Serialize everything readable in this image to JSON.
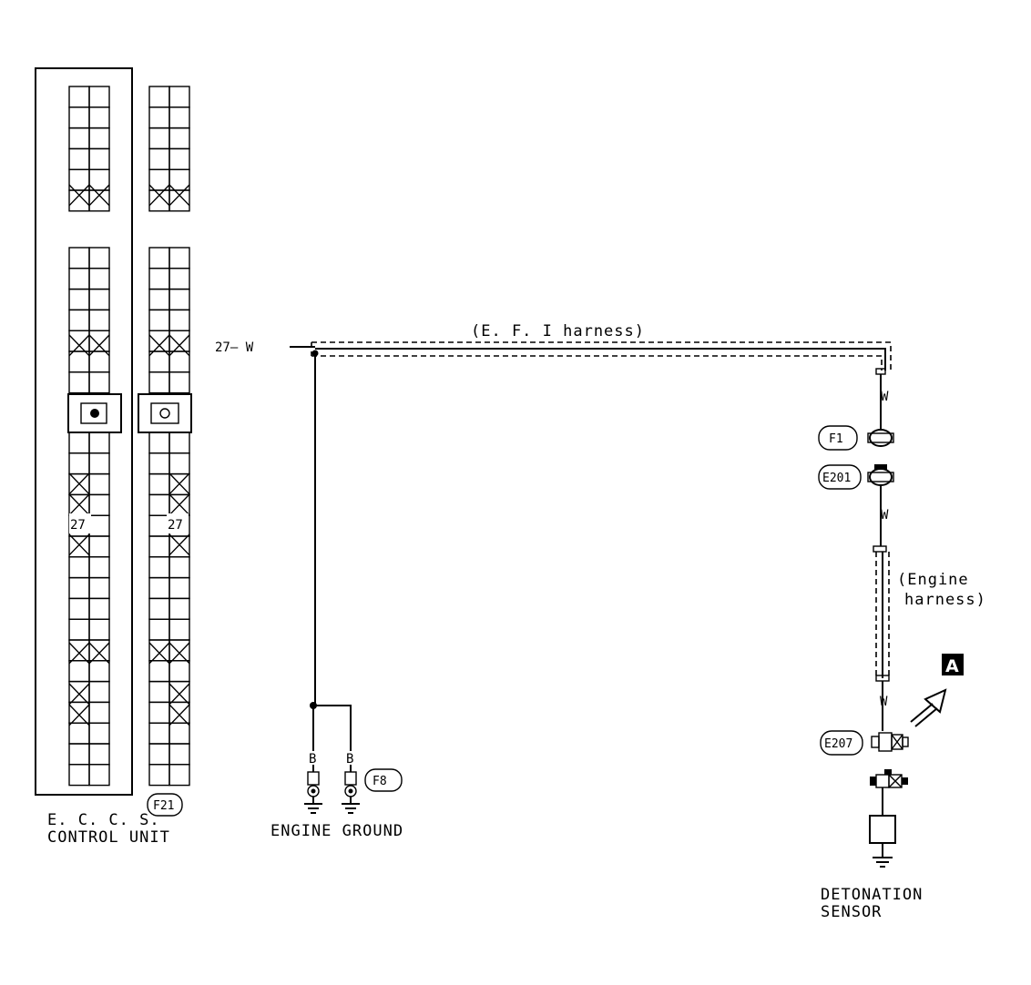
{
  "labels": {
    "eccs_line1": "E. C. C. S.",
    "eccs_line2": "CONTROL UNIT",
    "engine_ground": "ENGINE GROUND",
    "detonation_line1": "DETONATION",
    "detonation_line2": "SENSOR",
    "efi_harness": "(E. F. I harness)",
    "engine_harness_line1": "(Engine",
    "engine_harness_line2": "harness)",
    "terminal_label": "27",
    "terminal_lead": "27— W"
  },
  "wires": {
    "w": "W",
    "b": "B"
  },
  "connectors": {
    "f21": "F21",
    "f1": "F1",
    "e201": "E201",
    "f8": "F8",
    "e207": "E207"
  },
  "reference_badge": "A"
}
